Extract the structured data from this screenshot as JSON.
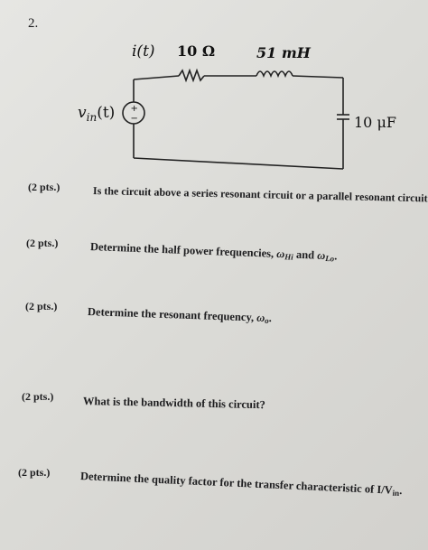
{
  "question_number": "2.",
  "circuit": {
    "current_label": "i(t)",
    "resistor_label": "10 Ω",
    "inductor_label": "51 mH",
    "capacitor_label": "10 μF",
    "source_label_v": "v",
    "source_label_sub": "in",
    "source_label_arg": "(t)",
    "source_plus": "+",
    "source_minus": "−"
  },
  "parts": [
    {
      "points": "(2 pts.)",
      "text": "Is the circuit above a series resonant circuit or a parallel resonant circuit?"
    },
    {
      "points": "(2 pts.)",
      "text_before": "Determine the half power frequencies, ",
      "omega1": "ω",
      "sub1": "Hi",
      "mid": " and ",
      "omega2": "ω",
      "sub2": "Lo",
      "end": "."
    },
    {
      "points": "(2 pts.)",
      "text_before": "Determine the resonant frequency, ",
      "omega": "ω",
      "sub": "o",
      "end": "."
    },
    {
      "points": "(2 pts.)",
      "text": "What is the bandwidth of this circuit?"
    },
    {
      "points": "(2 pts.)",
      "text_before": "Determine the quality factor for the transfer characteristic of I/V",
      "sub": "in",
      "end": "."
    }
  ]
}
